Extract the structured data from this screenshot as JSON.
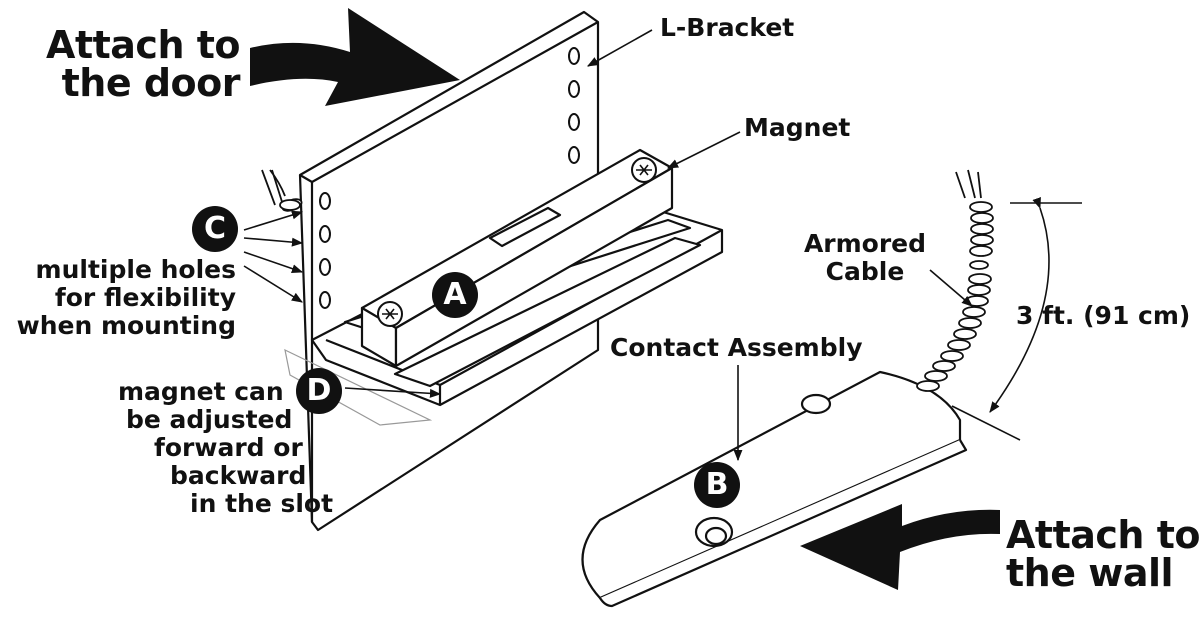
{
  "labels": {
    "attach_door": [
      "Attach to",
      "the door"
    ],
    "attach_wall": [
      "Attach to",
      "the wall"
    ],
    "l_bracket": "L-Bracket",
    "magnet": "Magnet",
    "armored_cable": [
      "Armored",
      "Cable"
    ],
    "length": "3 ft. (91 cm)",
    "contact_assembly": "Contact Assembly",
    "holes_note": [
      "multiple holes",
      "for flexibility",
      "when mounting"
    ],
    "slot_note": [
      "magnet can",
      "be adjusted",
      "forward or",
      "backward",
      "in the slot"
    ]
  },
  "badges": {
    "a": "A",
    "b": "B",
    "c": "C",
    "d": "D"
  },
  "colors": {
    "ink": "#111111",
    "paper": "#ffffff"
  }
}
